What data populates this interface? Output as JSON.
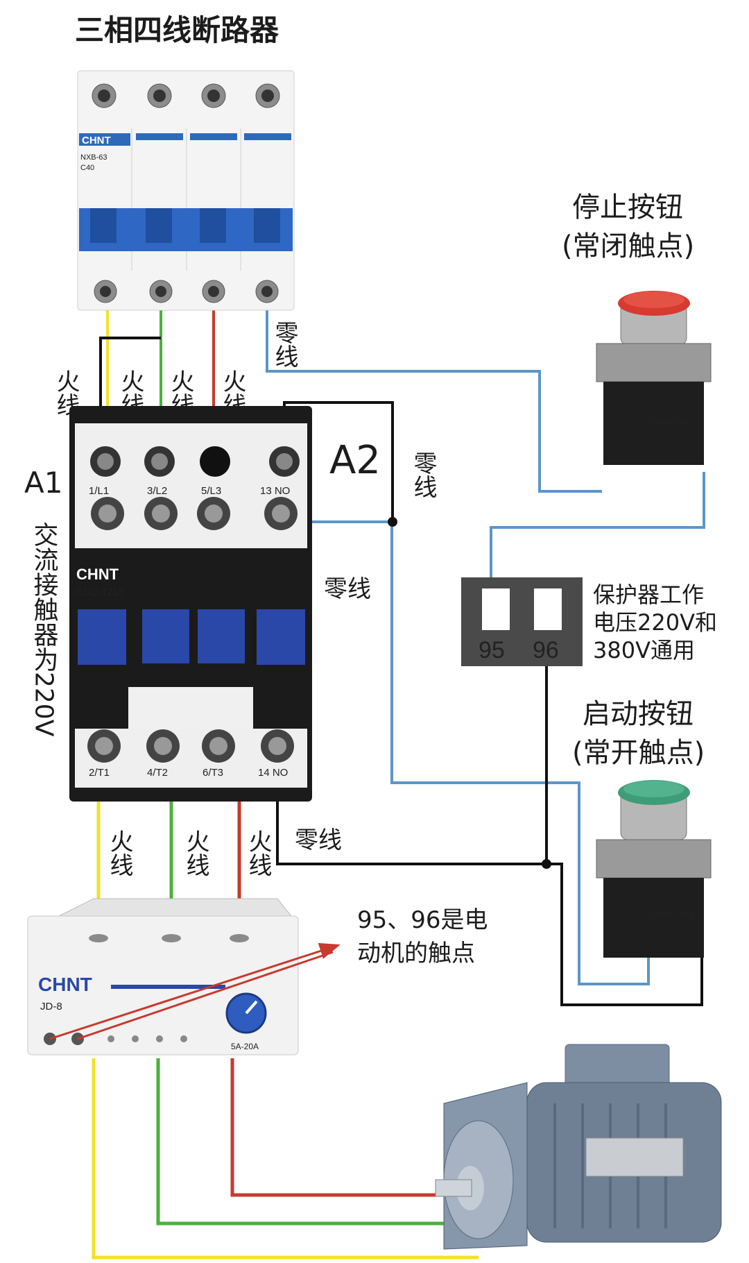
{
  "title": "三相四线断路器",
  "breaker": {
    "brand": "CHNT",
    "model": "NXB-63",
    "rating": "C40"
  },
  "stop_button": {
    "line1": "停止按钮",
    "line2": "(常闭触点)",
    "plate": "CHNT NP2"
  },
  "start_button": {
    "line1": "启动按钮",
    "line2": "(常开触点)",
    "plate": "CHNT NP2"
  },
  "wire_labels": {
    "live": "火线",
    "neutral": "零线"
  },
  "contactor": {
    "brand": "CHNT",
    "model": "CJX2-1210",
    "a1": "A1",
    "a2": "A2",
    "side_label": "交流接触器为220V",
    "top_terminals": [
      "1/L1",
      "3/L2",
      "5/L3",
      "13 NO"
    ],
    "bottom_terminals": [
      "2/T1",
      "4/T2",
      "6/T3",
      "14 NO"
    ]
  },
  "protector_contacts": {
    "c95": "95",
    "c96": "96"
  },
  "protector_note": [
    "保护器工作",
    "电压220V和",
    "380V通用"
  ],
  "protector": {
    "brand": "CHNT",
    "model": "JD-8",
    "range": "5A-20A"
  },
  "arrow_note": [
    "95、96是电",
    "动机的触点"
  ],
  "colors": {
    "yellow": "#f2e227",
    "green": "#4caf3e",
    "red": "#c8392e",
    "blue": "#5b96c8",
    "black": "#111111"
  },
  "icons": [
    "breaker",
    "contactor",
    "stop-pushbutton",
    "start-pushbutton",
    "motor-protector",
    "motor"
  ]
}
